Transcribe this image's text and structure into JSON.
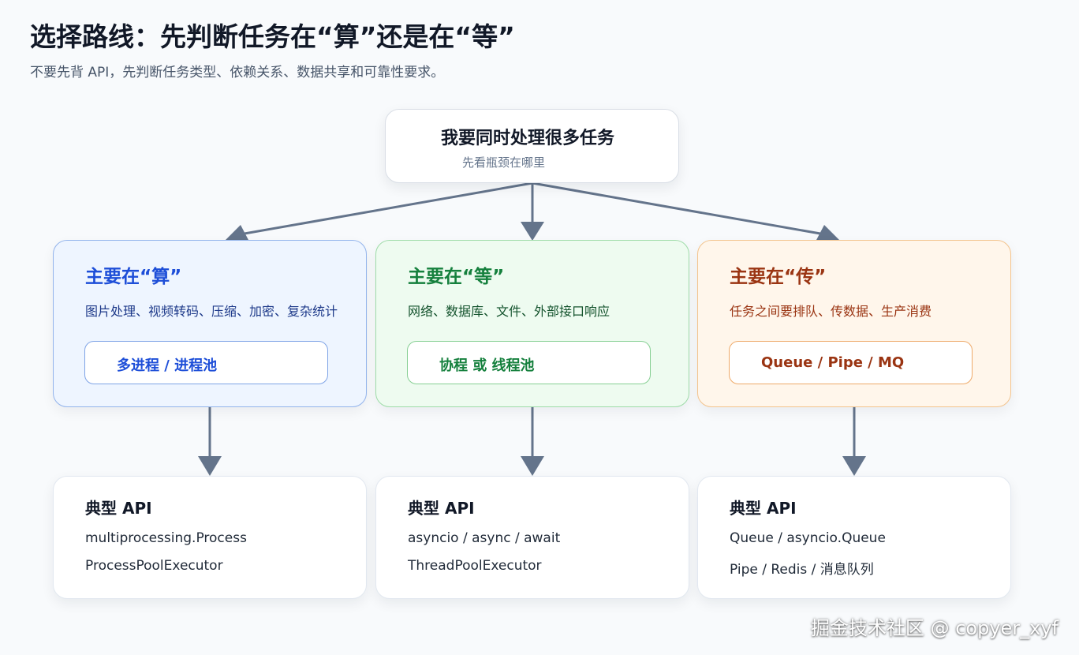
{
  "header": {
    "title": "选择路线：先判断任务在“算”还是在“等”",
    "subtitle": "不要先背 API，先判断任务类型、依赖关系、数据共享和可靠性要求。"
  },
  "root": {
    "title": "我要同时处理很多任务",
    "subtitle": "先看瓶颈在哪里"
  },
  "categories": [
    {
      "title": "主要在“算”",
      "desc": "图片处理、视频转码、压缩、加密、复杂统计",
      "solution": "多进程 / 进程池"
    },
    {
      "title": "主要在“等”",
      "desc": "网络、数据库、文件、外部接口响应",
      "solution": "协程 或 线程池"
    },
    {
      "title": "主要在“传”",
      "desc": "任务之间要排队、传数据、生产消费",
      "solution": "Queue / Pipe / MQ"
    }
  ],
  "apis": [
    {
      "title": "典型 API",
      "lines": [
        "multiprocessing.Process",
        "ProcessPoolExecutor"
      ]
    },
    {
      "title": "典型 API",
      "lines": [
        "asyncio / async / await",
        "ThreadPoolExecutor"
      ]
    },
    {
      "title": "典型 API",
      "lines": [
        "Queue / asyncio.Queue",
        "Pipe / Redis / 消息队列"
      ]
    }
  ],
  "colors": {
    "arrow": "#64748b",
    "compute": "#1d4ed8",
    "wait": "#15803d",
    "transfer": "#9a3412"
  },
  "watermark": "掘金技术社区 @ copyer_xyf"
}
